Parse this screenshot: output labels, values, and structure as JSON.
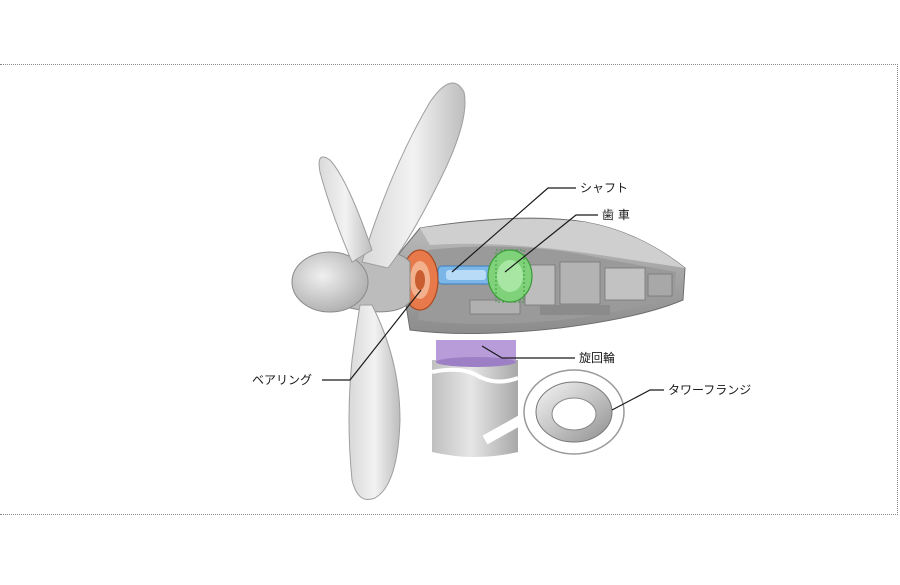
{
  "labels": {
    "shaft": "シャフト",
    "gear": "歯 車",
    "slewing_ring": "旋回輪",
    "bearing": "ベアリング",
    "tower_flange": "タワーフランジ"
  }
}
